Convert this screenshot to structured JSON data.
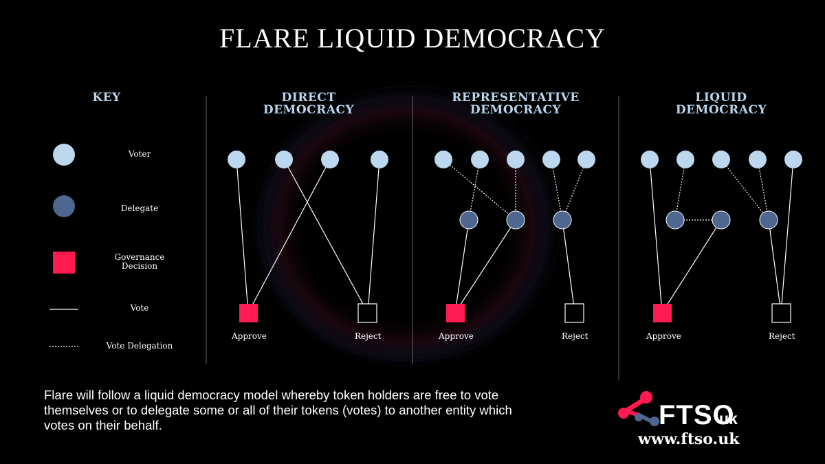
{
  "title": "FLARE LIQUID DEMOCRACY",
  "sections": {
    "key": "KEY",
    "direct": [
      "DIRECT",
      "DEMOCRACY"
    ],
    "representative": [
      "REPRESENTATIVE",
      "DEMOCRACY"
    ],
    "liquid": [
      "LIQUID",
      "DEMOCRACY"
    ]
  },
  "key": {
    "voter": "Voter",
    "delegate": "Delegate",
    "decision_line1": "Governance",
    "decision_line2": "Decision",
    "vote": "Vote",
    "vote_delegation": "Vote Delegation"
  },
  "decisions": {
    "approve": "Approve",
    "reject": "Reject"
  },
  "footer": "Flare will follow a liquid democracy model whereby token holders are free to vote themselves or to delegate some or all of their tokens (votes) to another entity which votes on their behalf.",
  "brand": {
    "name": "FTSO",
    "suffix": "uk",
    "url": "www.ftso.uk"
  },
  "colors": {
    "voter": "#bcd7ee",
    "delegate": "#4d6790",
    "approve": "#ff1a4f",
    "reject_fill": "#000000",
    "heading": "#b9d5ec",
    "divider": "#666666",
    "logo_pink": "#ff1a4f",
    "logo_blue": "#4d6790"
  }
}
